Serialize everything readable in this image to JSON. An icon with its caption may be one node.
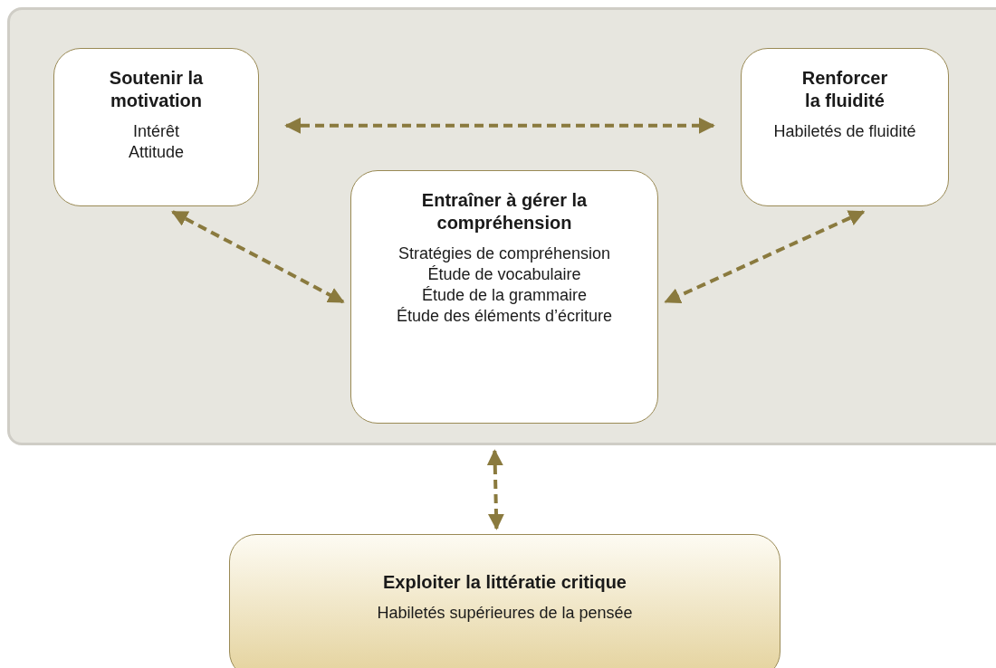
{
  "diagram": {
    "nodes": [
      {
        "text": [],
        "shape": "box"
      },
      {
        "text": [
          "Soutenir la motivation",
          "Intérêt",
          "Attitude"
        ],
        "in": 0
      },
      {
        "text": [
          "Renforcer la fluidité",
          "Habiletés de fluidité"
        ],
        "in": 0
      },
      {
        "text": [
          "Entraîner à gérer la compréhension",
          "Stratégies de compréhension",
          "Étude de vocabulaire",
          "Étude de la grammaire",
          "Étude des éléments d’écriture"
        ],
        "in": 0
      },
      {
        "text": [
          "Exploiter la littératie critique",
          "Habiletés supérieures de la pensée"
        ]
      }
    ],
    "edges": [
      {
        "from": 1,
        "to": 2,
        "arrow": "both",
        "style": "dashed"
      },
      {
        "from": 1,
        "to": 3,
        "arrow": "both",
        "style": "dashed"
      },
      {
        "from": 2,
        "to": 3,
        "arrow": "both",
        "style": "dashed"
      },
      {
        "from": 0,
        "to": 4,
        "arrow": "both",
        "style": "dashed"
      }
    ]
  }
}
